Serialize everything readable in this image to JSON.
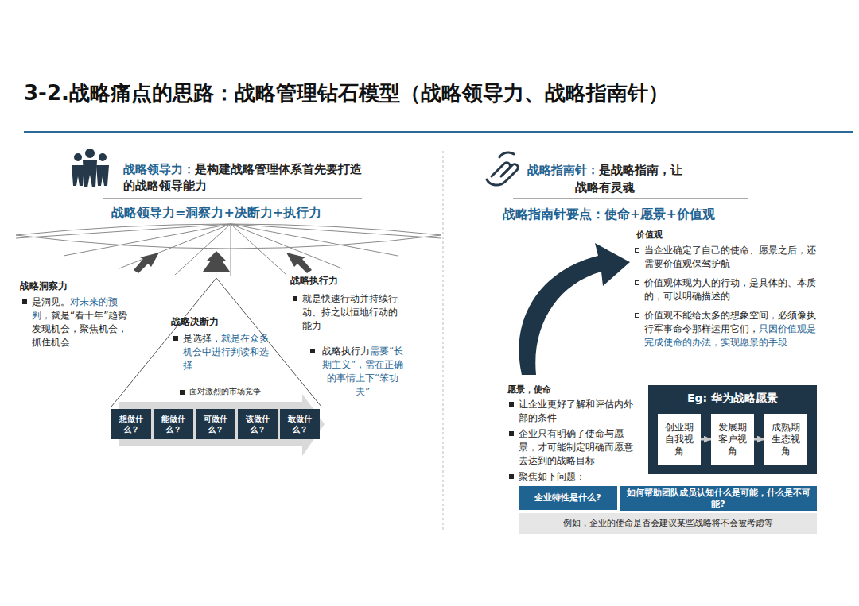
{
  "diagram": {
    "title": "3-2.战略痛点的思路：战略管理钻石模型（战略领导力、战略指南针）",
    "nodes": [
      {
        "text": [
          "想做什么？"
        ]
      },
      {
        "text": [
          "能做什么？"
        ]
      },
      {
        "text": [
          "可做什么？"
        ]
      },
      {
        "text": [
          "该做什么？"
        ]
      },
      {
        "text": [
          "敢做什么？"
        ]
      },
      {
        "text": [
          "Eg: 华为战略愿景"
        ]
      },
      {
        "text": [
          "创业期自我视角"
        ],
        "in": 5
      },
      {
        "text": [
          "发展期客户视角"
        ],
        "in": 5
      },
      {
        "text": [
          "成熟期生态视角"
        ],
        "in": 5
      },
      {
        "text": [
          "企业特性是什么?"
        ]
      },
      {
        "text": [
          "如何帮助团队成员认知什么是可能，什么是不可能?"
        ]
      },
      {
        "text": [
          "例如，企业的使命是否会建议某些战略将不会被考虑等"
        ]
      }
    ],
    "edges": [
      {
        "from": 6,
        "to": 7,
        "arrow": "to"
      },
      {
        "from": 7,
        "to": 8,
        "arrow": "to"
      }
    ],
    "labels": [
      "战略领导力：",
      "是构建战略管理体系首先要打造的战略领导能力",
      "战略领导力=洞察力+决断力+执行力",
      "战略洞察力",
      "是洞见。",
      "对未来的预判",
      "，就是“看十年”趋势发现机会，聚焦机会，抓住机会",
      "战略决断力",
      "是选择，",
      "就是在众多机会中进行判读和选择",
      "面对激烈的市场竞争",
      "战略执行力",
      "就是快速行动并持续行动、持之以恒地行动的能力",
      "战略执行力",
      "需要“长期主义”，需在正确的事情上下“笨功夫”",
      "战略指南针：",
      "是战略指南，让战略有灵魂",
      "战略指南针要点：使命+愿景+价值观",
      "价值观",
      "当企业确定了自己的使命、愿景之后，还需要价值观保驾护航",
      "价值观体现为人的行动，是具体的、本质的，可以明确描述的",
      "价值观不能给太多的想象空间，必须像执行军事命令那样运用它们，",
      "只因价值观是完成使命的办法，实现愿景的手段",
      "愿景，使命",
      "让企业更好了解和评估内外部的条件",
      "企业只有明确了使命与愿景，才可能制定明确而愿意去达到的战略目标",
      "聚焦如下问题："
    ]
  }
}
